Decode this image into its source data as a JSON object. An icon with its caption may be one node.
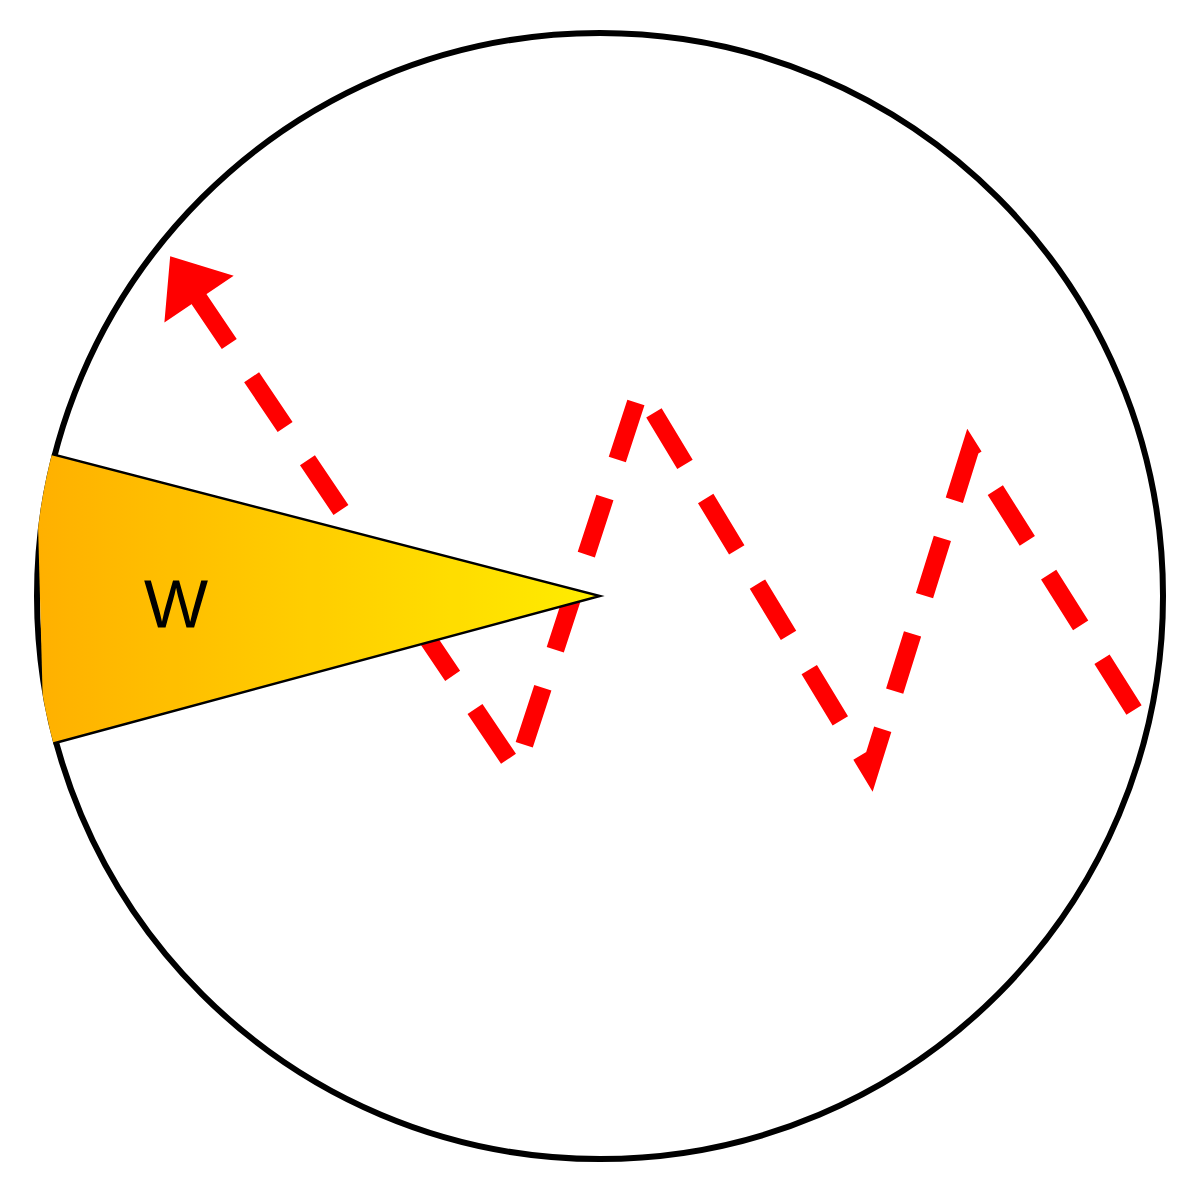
{
  "diagram": {
    "nodes": [
      {
        "text": [],
        "shape": "circle"
      },
      {
        "text": [
          "W"
        ],
        "in": 0
      }
    ]
  }
}
